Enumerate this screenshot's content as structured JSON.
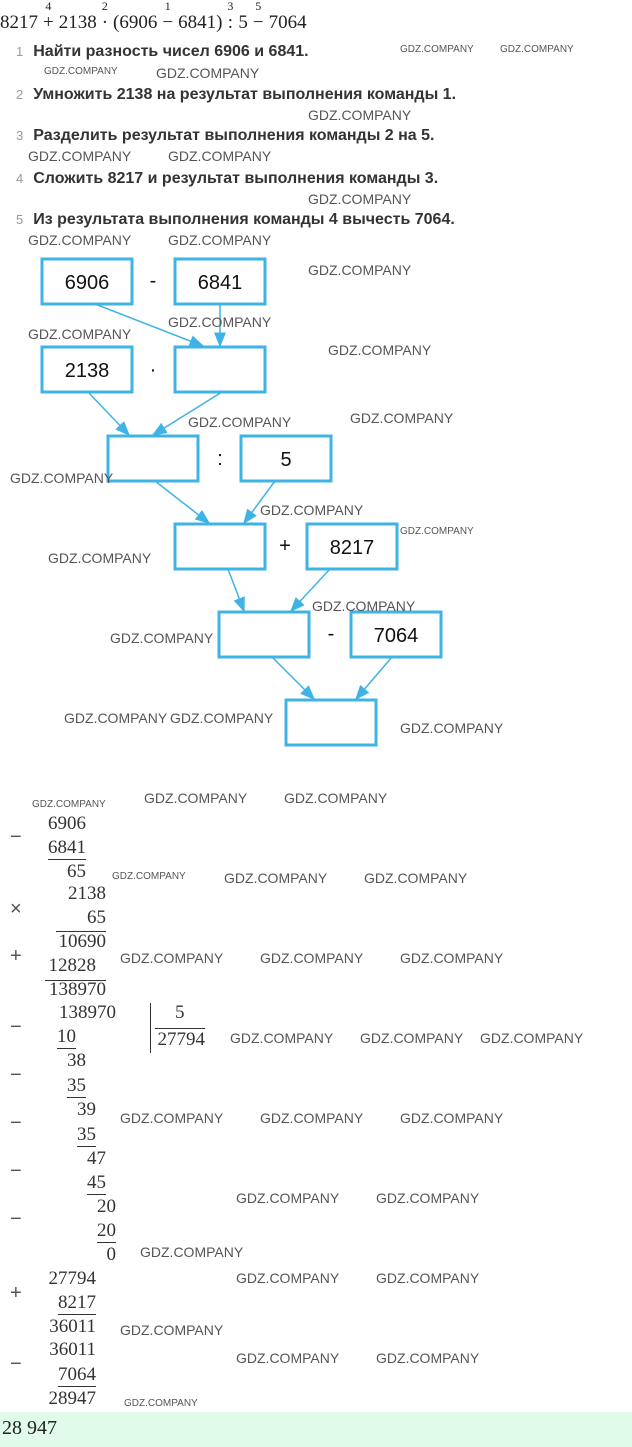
{
  "expression": {
    "parts": [
      "8217",
      "+",
      "2138",
      "·",
      "(6906",
      "−",
      "6841)",
      ":",
      "5",
      "−",
      "7064"
    ],
    "orders": [
      "4",
      "2",
      "1",
      "3",
      "5"
    ]
  },
  "steps": [
    {
      "n": "1",
      "text": "Найти разность чисел 6906 и 6841."
    },
    {
      "n": "2",
      "text": "Умножить 2138 на результат выполнения команды 1."
    },
    {
      "n": "3",
      "text": "Разделить результат выполнения команды 2 на 5."
    },
    {
      "n": "4",
      "text": "Сложить 8217 и результат выполнения команды 3."
    },
    {
      "n": "5",
      "text": "Из результата выполнения команды 4 вычесть 7064."
    }
  ],
  "diagram": {
    "boxes": [
      "6906",
      "6841",
      "2138",
      "",
      "",
      "5",
      "",
      "8217",
      "",
      "7064",
      ""
    ],
    "ops": [
      "-",
      "·",
      ":",
      "+",
      "-"
    ],
    "accent": "#3fb3e6"
  },
  "calc": {
    "sub1": {
      "a": "6906",
      "b": "6841",
      "r": "65",
      "sign": "−"
    },
    "mul": {
      "a": "2138",
      "b": "65",
      "p1": "10690",
      "p2": "12828",
      "r": "138970",
      "sign1": "×",
      "sign2": "+"
    },
    "div": {
      "dividend": "138970",
      "divisor": "5",
      "quotient": "27794",
      "rows": [
        "10",
        "38",
        "35",
        "39",
        "35",
        "47",
        "45",
        "20",
        "20",
        "0"
      ],
      "sign": "−"
    },
    "add": {
      "a": "27794",
      "b": "8217",
      "r": "36011",
      "sign": "+"
    },
    "sub2": {
      "a": "36011",
      "b": "7064",
      "r": "28947",
      "sign": "−"
    }
  },
  "answer": "28 947",
  "watermark": "GDZ.COMPANY"
}
